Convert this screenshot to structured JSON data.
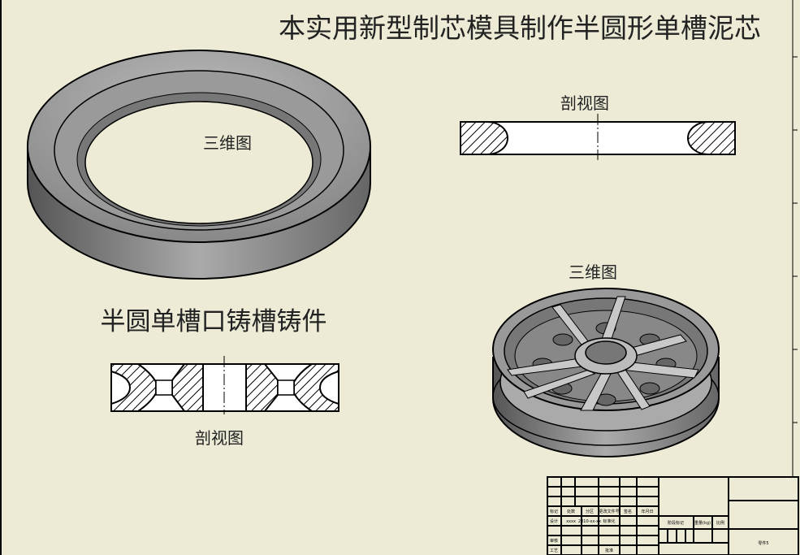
{
  "title": "本实用新型制芯模具制作半圆形单槽泥芯",
  "views": {
    "core_3d_label": "三维图",
    "core_section_label": "剖视图",
    "casting_title": "半圆单槽口铸槽铸件",
    "casting_section_label": "剖视图",
    "casting_3d_label": "三维图"
  },
  "title_block": {
    "headers": [
      "标记",
      "处数",
      "分区",
      "更改文件号",
      "签名",
      "年月日"
    ],
    "design_row": [
      "设计",
      "xxxx",
      "2010-xx-xx",
      "标准化"
    ],
    "review": "审核",
    "process": "工艺",
    "approve": "批准",
    "stage_mark": "阶段标记",
    "weight": "重量(kg)",
    "scale": "比例",
    "part_name": "零件5"
  },
  "colors": {
    "paper": "#EDEBD6",
    "line": "#000000"
  }
}
